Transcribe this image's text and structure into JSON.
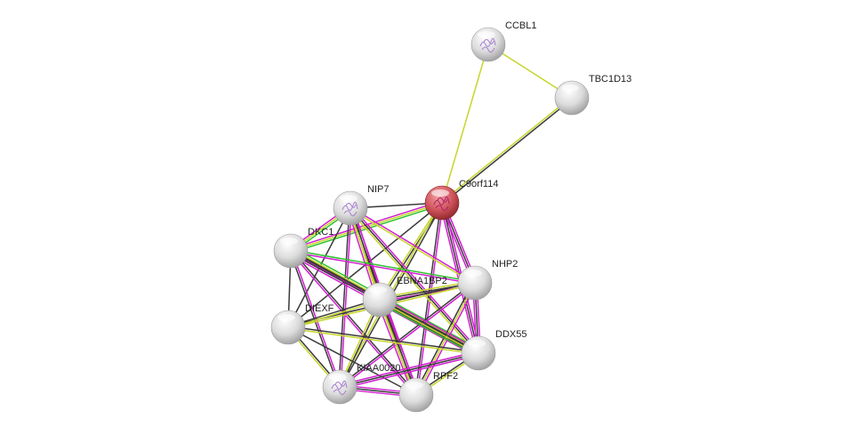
{
  "colors": {
    "textmining": "#c6d62a",
    "coexpression": "#3a3a3a",
    "experiments": "#d21ed2",
    "neighborhood": "#2ec12e",
    "query_node": "#d0565c",
    "node": "#d9d9d9"
  },
  "nodes": [
    {
      "id": "CCBL1",
      "label": "CCBL1",
      "structure": true,
      "query": false
    },
    {
      "id": "TBC1D13",
      "label": "TBC1D13",
      "structure": false,
      "query": false
    },
    {
      "id": "C9orf114",
      "label": "C9orf114",
      "structure": true,
      "query": true
    },
    {
      "id": "NIP7",
      "label": "NIP7",
      "structure": true,
      "query": false
    },
    {
      "id": "DKC1",
      "label": "DKC1",
      "structure": false,
      "query": false
    },
    {
      "id": "NHP2",
      "label": "NHP2",
      "structure": false,
      "query": false
    },
    {
      "id": "EBNA1BP2",
      "label": "EBNA1BP2",
      "structure": false,
      "query": false
    },
    {
      "id": "DIEXF",
      "label": "DIEXF",
      "structure": false,
      "query": false
    },
    {
      "id": "DDX55",
      "label": "DDX55",
      "structure": false,
      "query": false
    },
    {
      "id": "KIAA0020",
      "label": "KIAA0020",
      "structure": true,
      "query": false
    },
    {
      "id": "RPF2",
      "label": "RPF2",
      "structure": false,
      "query": false
    }
  ],
  "edges": [
    [
      "CCBL1",
      "TBC1D13",
      [
        "textmining"
      ]
    ],
    [
      "CCBL1",
      "C9orf114",
      [
        "textmining"
      ]
    ],
    [
      "TBC1D13",
      "C9orf114",
      [
        "coexpression",
        "textmining"
      ]
    ],
    [
      "C9orf114",
      "NIP7",
      [
        "coexpression"
      ]
    ],
    [
      "C9orf114",
      "DKC1",
      [
        "neighborhood",
        "textmining",
        "experiments"
      ]
    ],
    [
      "C9orf114",
      "NHP2",
      [
        "experiments",
        "coexpression",
        "experiments"
      ]
    ],
    [
      "C9orf114",
      "EBNA1BP2",
      [
        "coexpression",
        "textmining"
      ]
    ],
    [
      "C9orf114",
      "DIEXF",
      [
        "coexpression"
      ]
    ],
    [
      "C9orf114",
      "DDX55",
      [
        "experiments",
        "coexpression",
        "experiments"
      ]
    ],
    [
      "C9orf114",
      "KIAA0020",
      [
        "coexpression",
        "textmining"
      ]
    ],
    [
      "C9orf114",
      "RPF2",
      [
        "experiments",
        "coexpression"
      ]
    ],
    [
      "NIP7",
      "DKC1",
      [
        "neighborhood",
        "textmining",
        "experiments"
      ]
    ],
    [
      "NIP7",
      "NHP2",
      [
        "experiments",
        "textmining"
      ]
    ],
    [
      "NIP7",
      "EBNA1BP2",
      [
        "experiments",
        "coexpression",
        "textmining",
        "experiments"
      ]
    ],
    [
      "NIP7",
      "DIEXF",
      [
        "coexpression"
      ]
    ],
    [
      "NIP7",
      "DDX55",
      [
        "experiments",
        "coexpression",
        "textmining"
      ]
    ],
    [
      "NIP7",
      "KIAA0020",
      [
        "experiments",
        "coexpression"
      ]
    ],
    [
      "NIP7",
      "RPF2",
      [
        "experiments",
        "coexpression",
        "textmining"
      ]
    ],
    [
      "DKC1",
      "NHP2",
      [
        "neighborhood",
        "experiments"
      ]
    ],
    [
      "DKC1",
      "EBNA1BP2",
      [
        "coexpression",
        "experiments"
      ]
    ],
    [
      "DKC1",
      "DIEXF",
      [
        "coexpression"
      ]
    ],
    [
      "DKC1",
      "DDX55",
      [
        "neighborhood",
        "textmining",
        "coexpression",
        "coexpression",
        "experiments"
      ]
    ],
    [
      "DKC1",
      "KIAA0020",
      [
        "experiments",
        "coexpression"
      ]
    ],
    [
      "DKC1",
      "RPF2",
      [
        "coexpression",
        "experiments"
      ]
    ],
    [
      "NHP2",
      "EBNA1BP2",
      [
        "experiments",
        "coexpression",
        "textmining"
      ]
    ],
    [
      "NHP2",
      "DIEXF",
      [
        "textmining",
        "coexpression"
      ]
    ],
    [
      "NHP2",
      "DDX55",
      [
        "experiments",
        "coexpression",
        "experiments"
      ]
    ],
    [
      "NHP2",
      "KIAA0020",
      [
        "experiments",
        "coexpression"
      ]
    ],
    [
      "NHP2",
      "RPF2",
      [
        "experiments",
        "textmining",
        "coexpression"
      ]
    ],
    [
      "EBNA1BP2",
      "DIEXF",
      [
        "textmining",
        "coexpression"
      ]
    ],
    [
      "EBNA1BP2",
      "DDX55",
      [
        "experiments",
        "coexpression",
        "textmining",
        "neighborhood"
      ]
    ],
    [
      "EBNA1BP2",
      "KIAA0020",
      [
        "coexpression",
        "textmining"
      ]
    ],
    [
      "EBNA1BP2",
      "RPF2",
      [
        "experiments",
        "coexpression",
        "textmining",
        "experiments"
      ]
    ],
    [
      "DIEXF",
      "DDX55",
      [
        "coexpression",
        "textmining"
      ]
    ],
    [
      "DIEXF",
      "KIAA0020",
      [
        "coexpression",
        "textmining"
      ]
    ],
    [
      "DIEXF",
      "RPF2",
      [
        "coexpression"
      ]
    ],
    [
      "DDX55",
      "KIAA0020",
      [
        "experiments",
        "coexpression",
        "experiments"
      ]
    ],
    [
      "DDX55",
      "RPF2",
      [
        "textmining",
        "coexpression"
      ]
    ],
    [
      "KIAA0020",
      "RPF2",
      [
        "experiments",
        "coexpression",
        "experiments"
      ]
    ]
  ]
}
